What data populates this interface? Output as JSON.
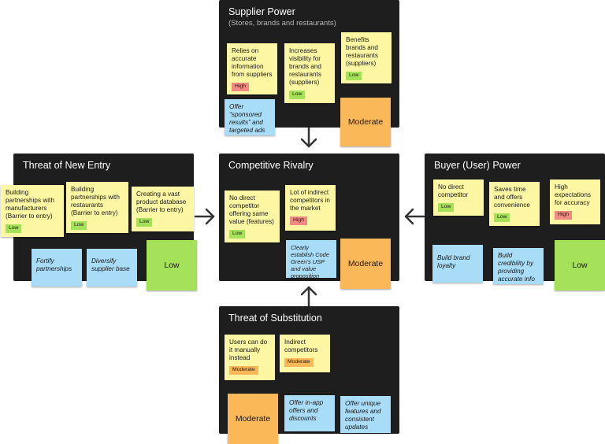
{
  "supplier": {
    "title": "Supplier Power",
    "subtitle": "(Stores, brands and restaurants)",
    "notes": [
      {
        "text": "Relies on accurate information from suppliers",
        "level": "High"
      },
      {
        "text": "Increases visibility for brands and restaurants (suppliers)",
        "level": "Low"
      },
      {
        "text": "Benefits brands and restaurants (suppliers)",
        "level": "Low"
      }
    ],
    "action": "Offer “sponsored results” and targeted ads",
    "rating": "Moderate"
  },
  "entry": {
    "title": "Threat of New Entry",
    "notes": [
      {
        "text": "Building partnerships with manufacturers (Barrier to entry)",
        "level": "Low"
      },
      {
        "text": "Building partnerships with restaurants (Barrier to entry)",
        "level": "Low"
      },
      {
        "text": "Creating a vast product database (Barrier to entry)",
        "level": "Low"
      }
    ],
    "actions": [
      "Fortify partnerships",
      "Diversify supplier base"
    ],
    "rating": "Low"
  },
  "rivalry": {
    "title": "Competitive Rivalry",
    "notes": [
      {
        "text": "No direct competitor offering same value (features)",
        "level": "Low"
      },
      {
        "text": "Lot of indirect competitors in the market",
        "level": "High"
      }
    ],
    "action": "Clearly establish Code Green’s USP and value proposition",
    "rating": "Moderate"
  },
  "buyer": {
    "title": "Buyer (User) Power",
    "notes": [
      {
        "text": "No direct competitor",
        "level": "Low"
      },
      {
        "text": "Saves time and offers convenience",
        "level": "Low"
      },
      {
        "text": "High expectations for accuracy",
        "level": "High"
      }
    ],
    "actions": [
      "Build brand loyalty",
      "Build credibility by providing accurate info"
    ],
    "rating": "Low"
  },
  "substitution": {
    "title": "Threat of Substitution",
    "notes": [
      {
        "text": "Users can do it manually instead",
        "level": "Moderate"
      },
      {
        "text": "Indirect competitors",
        "level": "Moderate"
      }
    ],
    "actions": [
      "Offer in-app offers and discounts",
      "Offer unique features and consistent updates"
    ],
    "rating": "Moderate"
  },
  "colors": {
    "panel": "#1e1e1e",
    "note_yellow": "#fdf7a4",
    "note_blue": "#a9dcf7",
    "moderate": "#fbb858",
    "low": "#a6e15a",
    "high": "#f08a82"
  }
}
